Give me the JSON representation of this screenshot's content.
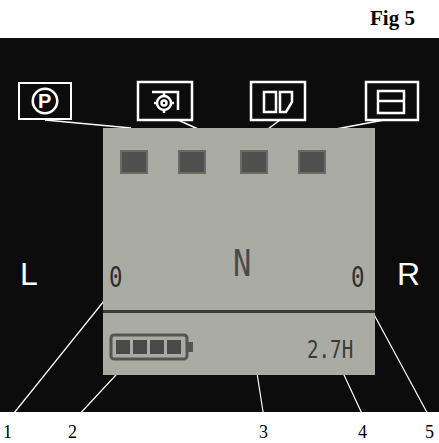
{
  "diagram": {
    "nodes": [
      {
        "text": [
          "P"
        ]
      },
      {
        "text": [
          "0",
          "N",
          "0",
          "2.7H"
        ]
      }
    ],
    "edges": [
      {
        "from": 0,
        "to": 1,
        "arrow": "none"
      }
    ],
    "labels": [
      "Fig 5",
      "L",
      "R",
      "1",
      "2",
      "3",
      "4",
      "5"
    ]
  }
}
